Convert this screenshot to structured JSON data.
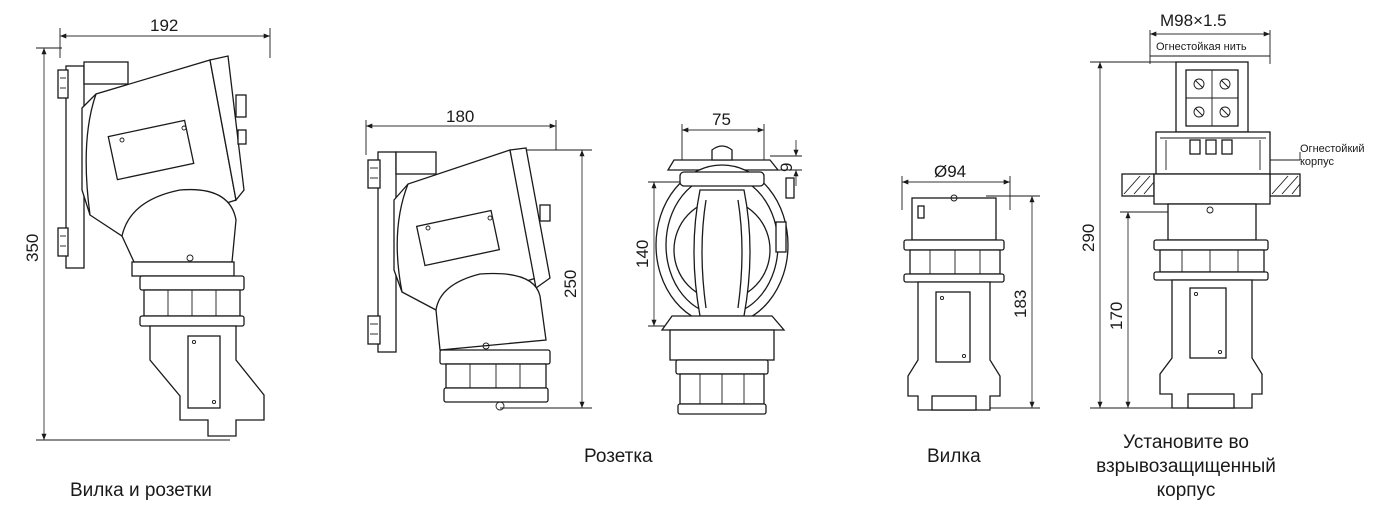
{
  "dimensions": {
    "plug_socket_width": "192",
    "plug_socket_height": "350",
    "socket_width": "180",
    "socket_height": "250",
    "front_width": "75",
    "front_top": "9",
    "front_height": "140",
    "plug_diameter": "Ø94",
    "plug_height": "183",
    "thread": "M98×1.5",
    "install_total": "290",
    "install_lower": "170"
  },
  "annotations": {
    "fire_thread": "Огнестойкая нить",
    "fire_body_1": "Огнестойкий",
    "fire_body_2": "корпус"
  },
  "captions": {
    "plug_and_socket": "Вилка и розетки",
    "socket": "Розетка",
    "plug": "Вилка",
    "install_1": "Установите во",
    "install_2": "взрывозащищенный",
    "install_3": "корпус"
  }
}
